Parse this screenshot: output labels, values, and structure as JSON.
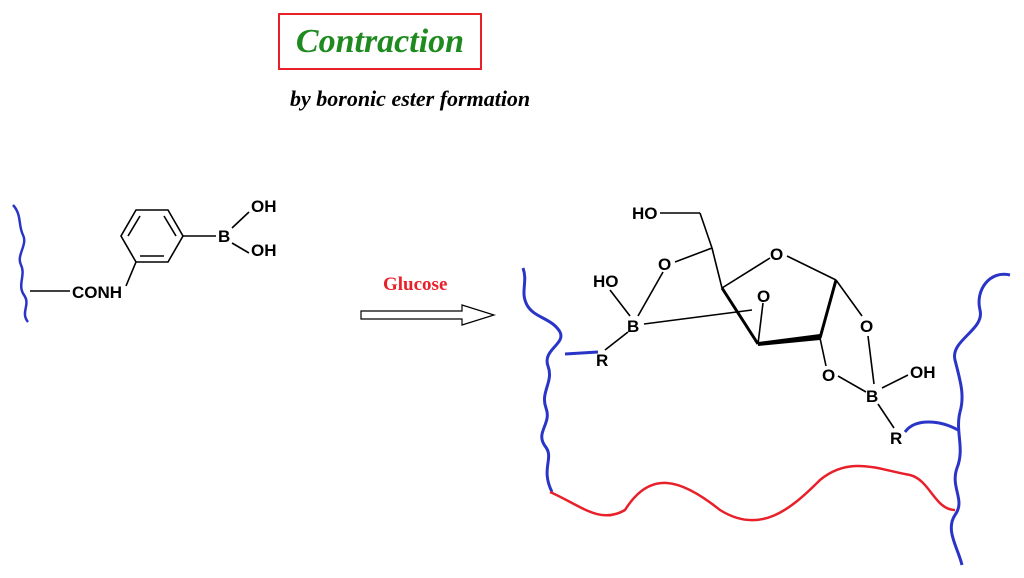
{
  "title": {
    "text": "Contraction",
    "color": "#1f8a1f",
    "border_color": "#e8202a"
  },
  "subtitle": {
    "text": "by boronic ester formation"
  },
  "reagent": {
    "text": "Glucose",
    "color": "#e8202a"
  },
  "colors": {
    "polymer_chain": "#2a35c8",
    "crosslink": "#e8202a",
    "bond": "#000000"
  },
  "left_molecule": {
    "labels": {
      "oh_top": "OH",
      "oh_bottom": "OH",
      "boron": "B",
      "amide": "CONH"
    }
  },
  "right_complex": {
    "labels": {
      "ho_top": "HO",
      "ho_left": "HO",
      "boron_left": "B",
      "r_left": "R",
      "o_ring_top": "O",
      "o_ester_left": "O",
      "o_bridge": "O",
      "o_ester_right_top": "O",
      "o_ester_right_bottom": "O",
      "oh_right": "OH",
      "boron_right": "B",
      "r_right": "R"
    }
  }
}
